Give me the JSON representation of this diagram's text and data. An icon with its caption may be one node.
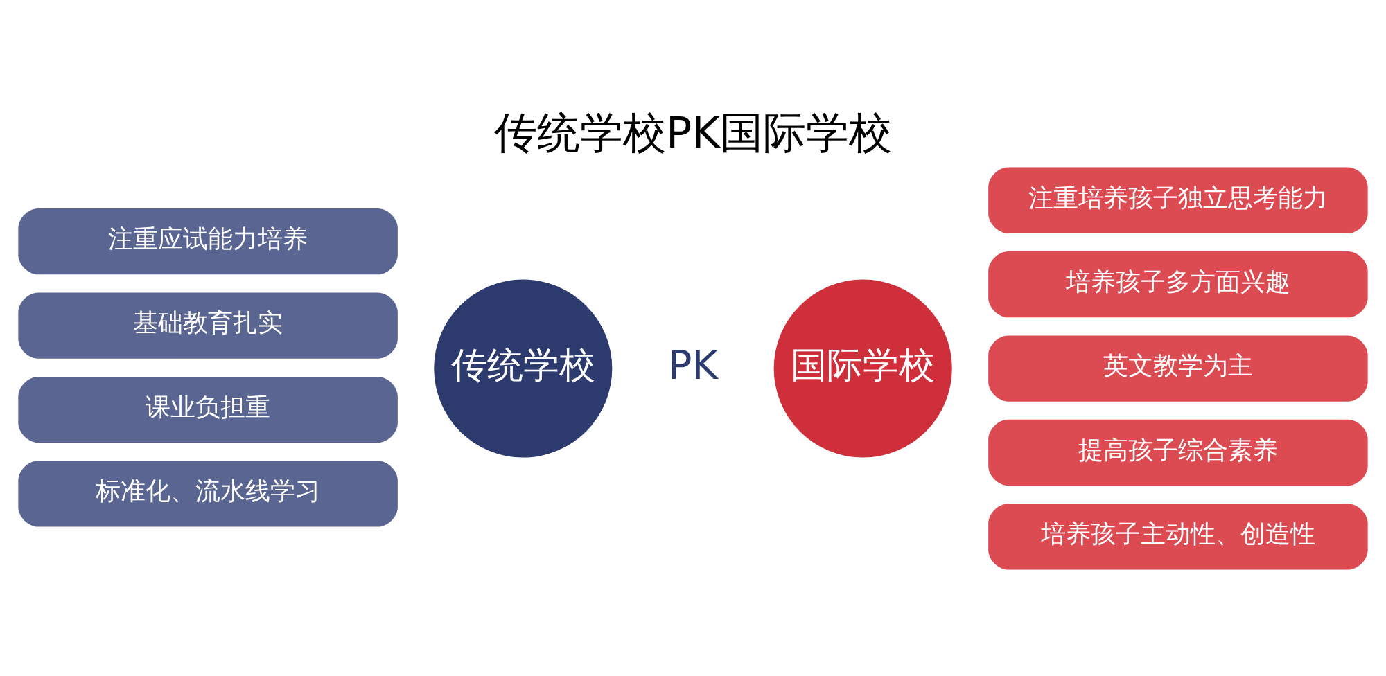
{
  "diagram": {
    "title": "传统学校PK国际学校",
    "nodes": [
      {
        "text": [
          "注重应试能力培养"
        ]
      },
      {
        "text": [
          "基础教育扎实"
        ]
      },
      {
        "text": [
          "课业负担重"
        ]
      },
      {
        "text": [
          "标准化、流水线学习"
        ]
      },
      {
        "text": [
          "传统学校"
        ]
      },
      {
        "text": [
          "国际学校"
        ]
      },
      {
        "text": [
          "注重培养孩子独立思考能力"
        ]
      },
      {
        "text": [
          "培养孩子多方面兴趣"
        ]
      },
      {
        "text": [
          "英文教学为主"
        ]
      },
      {
        "text": [
          "提高孩子综合素养"
        ]
      },
      {
        "text": [
          "培养孩子主动性、创造性"
        ]
      }
    ],
    "labels": [
      "PK"
    ]
  }
}
